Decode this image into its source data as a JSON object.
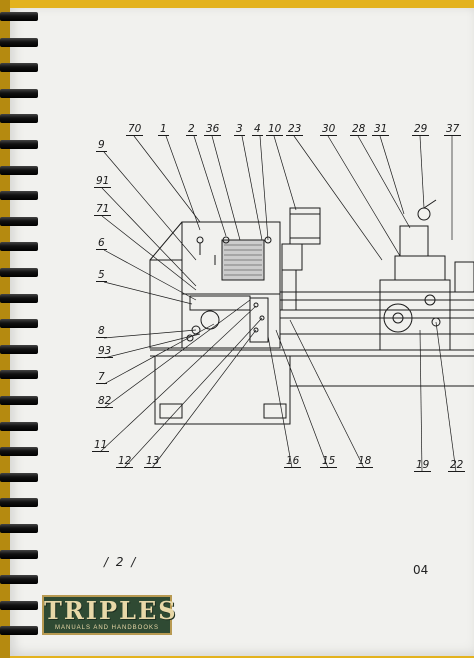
{
  "callouts": [
    {
      "id": "70",
      "text": "70"
    },
    {
      "id": "1",
      "text": "1"
    },
    {
      "id": "2",
      "text": "2"
    },
    {
      "id": "36",
      "text": "36"
    },
    {
      "id": "3",
      "text": "3"
    },
    {
      "id": "4",
      "text": "4"
    },
    {
      "id": "10",
      "text": "10"
    },
    {
      "id": "23",
      "text": "23"
    },
    {
      "id": "30",
      "text": "30"
    },
    {
      "id": "28",
      "text": "28"
    },
    {
      "id": "31",
      "text": "31"
    },
    {
      "id": "29",
      "text": "29"
    },
    {
      "id": "37",
      "text": "37"
    },
    {
      "id": "9",
      "text": "9"
    },
    {
      "id": "91",
      "text": "91"
    },
    {
      "id": "71",
      "text": "71"
    },
    {
      "id": "6",
      "text": "6"
    },
    {
      "id": "5",
      "text": "5"
    },
    {
      "id": "8",
      "text": "8"
    },
    {
      "id": "93",
      "text": "93"
    },
    {
      "id": "7",
      "text": "7"
    },
    {
      "id": "82",
      "text": "82"
    },
    {
      "id": "11",
      "text": "11"
    },
    {
      "id": "12",
      "text": "12"
    },
    {
      "id": "13",
      "text": "13"
    },
    {
      "id": "16",
      "text": "16"
    },
    {
      "id": "15",
      "text": "15"
    },
    {
      "id": "18",
      "text": "18"
    },
    {
      "id": "19",
      "text": "19"
    },
    {
      "id": "22",
      "text": "22"
    }
  ],
  "page_marker": "/ 2 /",
  "page_number": "04",
  "logo": {
    "word": "TRIPLES",
    "tagline": "MANUALS AND HANDBOOKS"
  },
  "colors": {
    "background": "#e3b21e",
    "paper": "#f1f1ee",
    "ink": "#1b1b1b",
    "logo_bg": "#2f4a33",
    "logo_fg": "#e8d8a8"
  }
}
